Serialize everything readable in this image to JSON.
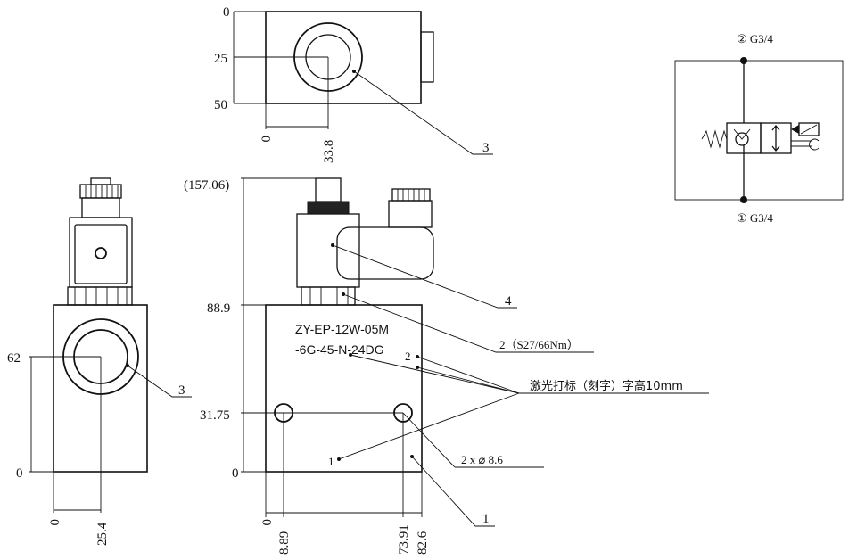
{
  "top_view": {
    "dims_y": [
      "0",
      "25",
      "50"
    ],
    "dims_x": [
      "0",
      "33.8"
    ],
    "balloon": "3"
  },
  "side_view": {
    "dims_y": [
      "62",
      "0"
    ],
    "dims_x": [
      "0",
      "25.4"
    ],
    "balloon": "3"
  },
  "front_view": {
    "dims_y": [
      "(157.06)",
      "88.9",
      "31.75",
      "0"
    ],
    "dims_x": [
      "0",
      "8.89",
      "73.91",
      "82.6"
    ],
    "engraving_line1": "ZY-EP-12W-05M",
    "engraving_line2": "-6G-45-N-24DG",
    "callout_4": "4",
    "callout_2_torque": "2（S27/66Nm）",
    "callout_2": "2",
    "callout_1_inner": "1",
    "callout_1": "1",
    "laser_note": "激光打标（刻字）字高10mm",
    "hole_note": "2 x ⌀ 8.6"
  },
  "schematic": {
    "port_top": "② G3/4",
    "port_bottom": "① G3/4"
  }
}
